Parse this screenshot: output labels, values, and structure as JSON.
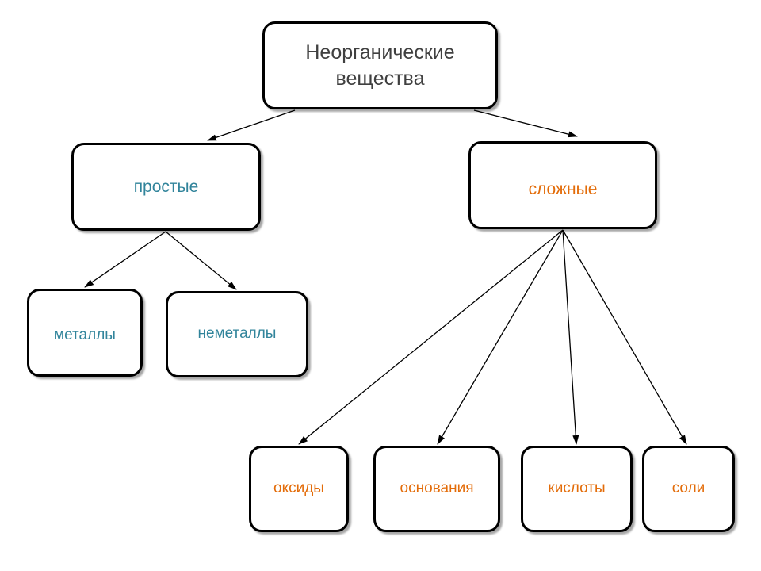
{
  "colors": {
    "root_text": "#404040",
    "simple_branch_text": "#31849B",
    "complex_branch_text": "#E36C09",
    "line": "#000000"
  },
  "nodes": {
    "root": {
      "line1": "Неорганические",
      "line2": "вещества"
    },
    "simple": {
      "label": "простые"
    },
    "complex": {
      "label": "сложные"
    },
    "metals": {
      "label": "металлы"
    },
    "nonmetals": {
      "label": "неметаллы"
    },
    "oxides": {
      "label": "оксиды"
    },
    "bases": {
      "label": "основания"
    },
    "acids": {
      "label": "кислоты"
    },
    "salts": {
      "label": "соли"
    }
  },
  "edges": [
    {
      "from": "root",
      "to": "simple"
    },
    {
      "from": "root",
      "to": "complex"
    },
    {
      "from": "simple",
      "to": "metals"
    },
    {
      "from": "simple",
      "to": "nonmetals"
    },
    {
      "from": "complex",
      "to": "oxides"
    },
    {
      "from": "complex",
      "to": "bases"
    },
    {
      "from": "complex",
      "to": "acids"
    },
    {
      "from": "complex",
      "to": "salts"
    }
  ]
}
